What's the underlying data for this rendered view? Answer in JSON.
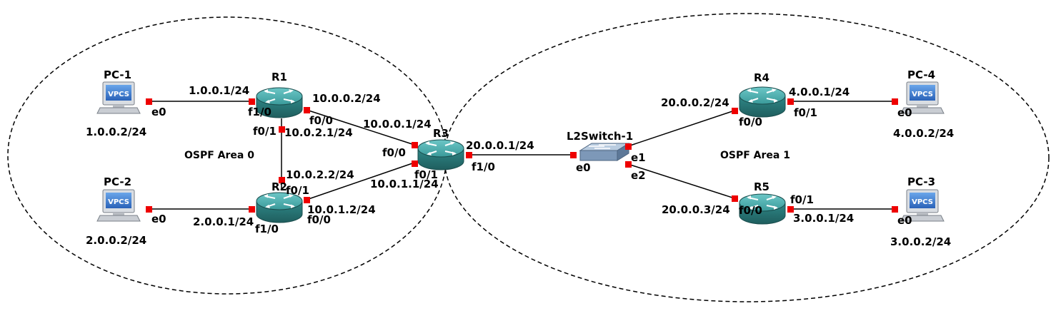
{
  "areas": {
    "area0": "OSPF Area 0",
    "area1": "OSPF Area 1"
  },
  "devices": {
    "pc1": {
      "name": "PC-1",
      "badge": "VPCS",
      "ip": "1.0.0.2/24",
      "if": "e0"
    },
    "pc2": {
      "name": "PC-2",
      "badge": "VPCS",
      "ip": "2.0.0.2/24",
      "if": "e0"
    },
    "pc3": {
      "name": "PC-3",
      "badge": "VPCS",
      "ip": "3.0.0.2/24",
      "if": "e0"
    },
    "pc4": {
      "name": "PC-4",
      "badge": "VPCS",
      "ip": "4.0.0.2/24",
      "if": "e0"
    },
    "r1": {
      "name": "R1"
    },
    "r2": {
      "name": "R2"
    },
    "r3": {
      "name": "R3"
    },
    "r4": {
      "name": "R4"
    },
    "r5": {
      "name": "R5"
    },
    "sw": {
      "name": "L2Switch-1"
    }
  },
  "labels": {
    "r1_f10_ip": "1.0.0.1/24",
    "r1_f10": "f1/0",
    "r1_f00": "f0/0",
    "r1_f00_ip": "10.0.0.2/24",
    "r1_f01": "f0/1",
    "r1_f01_ip": "10.0.2.1/24",
    "r2_f01_ip": "10.0.2.2/24",
    "r2_f01": "f0/1",
    "r2_f10": "f1/0",
    "r2_f10_ip": "2.0.0.1/24",
    "r2_f00": "f0/0",
    "r2_f00_ip": "10.0.1.2/24",
    "r3_f00": "f0/0",
    "r3_f00_ip": "10.0.0.1/24",
    "r3_f01": "f0/1",
    "r3_f01_ip": "10.0.1.1/24",
    "r3_f10": "f1/0",
    "r3_f10_ip": "20.0.0.1/24",
    "sw_e0": "e0",
    "sw_e1": "e1",
    "sw_e2": "e2",
    "r4_f00": "f0/0",
    "r4_f00_ip": "20.0.0.2/24",
    "r4_f01": "f0/1",
    "r4_f01_ip": "4.0.0.1/24",
    "r5_f00": "f0/0",
    "r5_f00_ip": "20.0.0.3/24",
    "r5_f01": "f0/1",
    "r5_f01_ip": "3.0.0.1/24"
  },
  "colors": {
    "link": "#000000",
    "port": "#ee0000",
    "router_body": "#2e8b8b",
    "router_top": "#4fb0b0",
    "switch_body": "#8aa5c4",
    "pc_screen": "#3a7bd5"
  }
}
